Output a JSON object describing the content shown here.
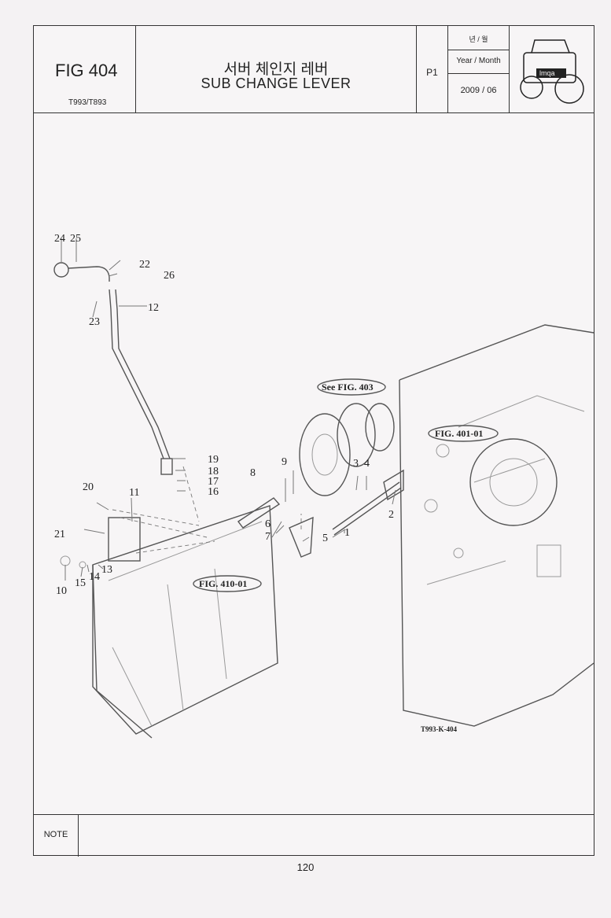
{
  "header": {
    "fig_no": "FIG 404",
    "model": "T993/T893",
    "title_ko": "서버 체인지 레버",
    "title_en": "SUB CHANGE LEVER",
    "page_label": "P1",
    "date_label_ko": "년 / 월",
    "date_label_en": "Year / Month",
    "date_value": "2009 / 06"
  },
  "drawing": {
    "callouts": [
      "1",
      "2",
      "3",
      "4",
      "5",
      "6",
      "7",
      "8",
      "9",
      "10",
      "11",
      "12",
      "13",
      "14",
      "15",
      "16",
      "17",
      "18",
      "19",
      "20",
      "21",
      "22",
      "23",
      "24",
      "25",
      "26"
    ],
    "references": [
      "See FIG. 403",
      "FIG. 401-01",
      "FIG. 410-01"
    ],
    "drawing_code": "T993-K-404"
  },
  "note": {
    "label": "NOTE",
    "text": ""
  },
  "footer": {
    "page_number": "120"
  }
}
